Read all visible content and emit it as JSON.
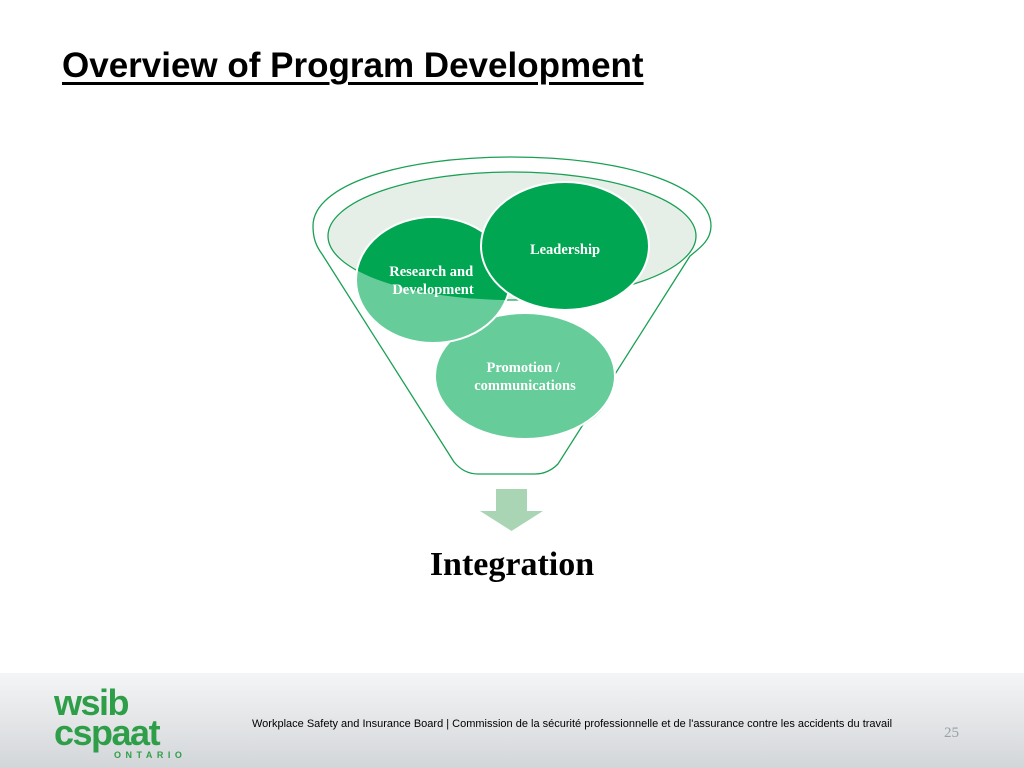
{
  "slide": {
    "title": "Overview of Program Development"
  },
  "diagram": {
    "type": "funnel",
    "inputs": [
      {
        "label_lines": [
          "Research and",
          "Development"
        ]
      },
      {
        "label_lines": [
          "Leadership"
        ]
      },
      {
        "label_lines": [
          "Promotion /",
          "communications"
        ]
      }
    ],
    "output": "Integration",
    "colors": {
      "funnel_stroke": "#1aa053",
      "funnel_rim_fill": "#e5efe8",
      "dark_green": "#00a651",
      "light_green": "#66cc99",
      "arrow": "#a9d5b5"
    }
  },
  "footer": {
    "logo": {
      "line1": "wsib",
      "line2": "cspaat",
      "line3": "ONTARIO",
      "color": "#2e9e48"
    },
    "text": "Workplace Safety and Insurance Board  | Commission de la sécurité professionnelle et de l'assurance contre les accidents du travail",
    "page_number": "25"
  }
}
